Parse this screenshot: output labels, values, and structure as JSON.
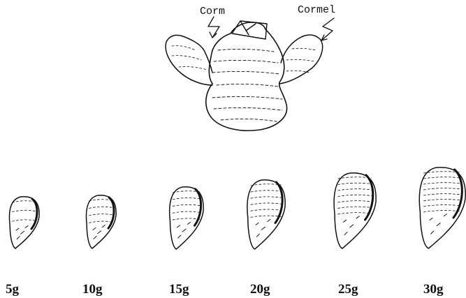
{
  "diagram": {
    "top_labels": {
      "corm": "Corm",
      "cormel": "Cormel"
    },
    "weights": [
      "5g",
      "10g",
      "15g",
      "20g",
      "25g",
      "30g"
    ]
  }
}
